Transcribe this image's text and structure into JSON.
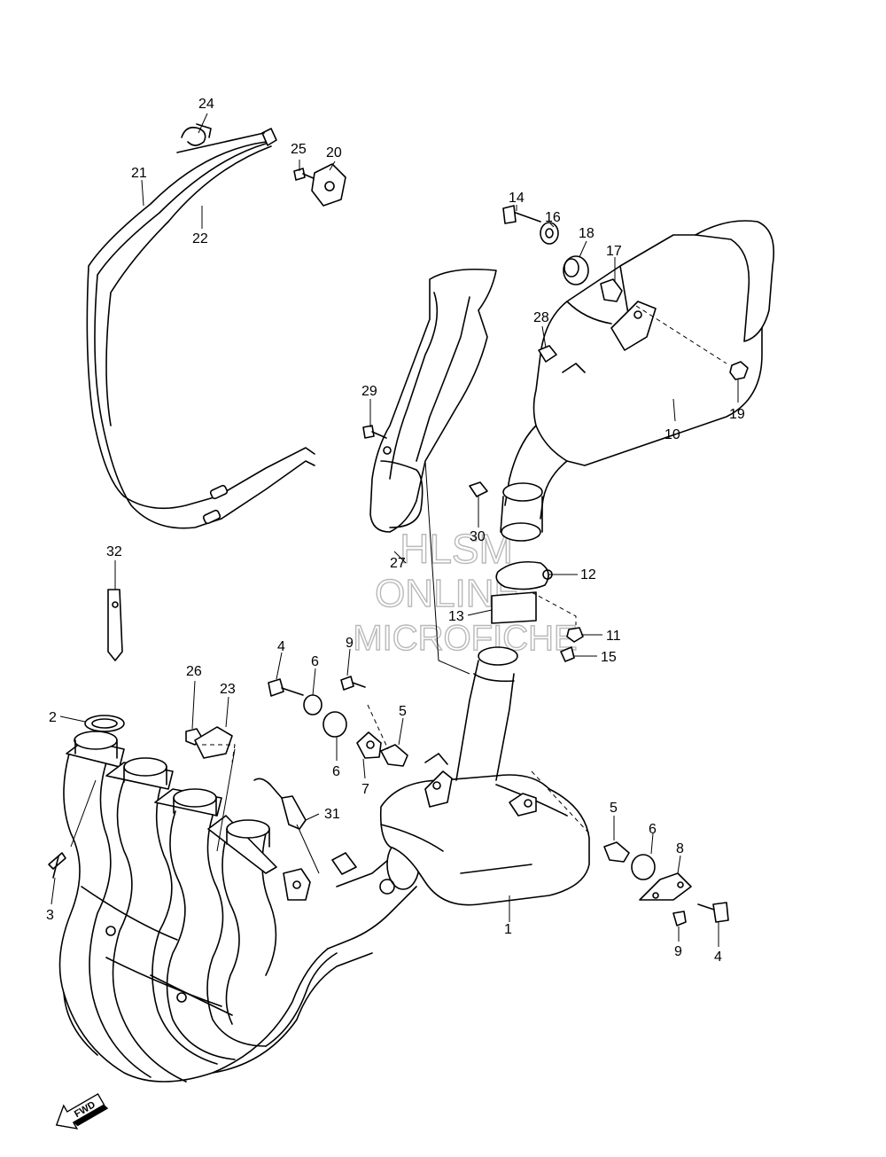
{
  "watermark": {
    "line1": "HLSM",
    "line2": "ONLINE",
    "line3": "MICROFICHE"
  },
  "fwd_label": "FWD",
  "callouts": {
    "c1": "1",
    "c2": "2",
    "c3": "3",
    "c4a": "4",
    "c4b": "4",
    "c5a": "5",
    "c5b": "5",
    "c6a": "6",
    "c6b": "6",
    "c6c": "6",
    "c7": "7",
    "c8": "8",
    "c9a": "9",
    "c9b": "9",
    "c10": "10",
    "c11": "11",
    "c12": "12",
    "c13": "13",
    "c14": "14",
    "c15": "15",
    "c16": "16",
    "c17": "17",
    "c18": "18",
    "c19": "19",
    "c20": "20",
    "c21": "21",
    "c22": "22",
    "c23": "23",
    "c24": "24",
    "c25": "25",
    "c26": "26",
    "c27": "27",
    "c28": "28",
    "c29": "29",
    "c30": "30",
    "c31": "31",
    "c32": "32"
  }
}
